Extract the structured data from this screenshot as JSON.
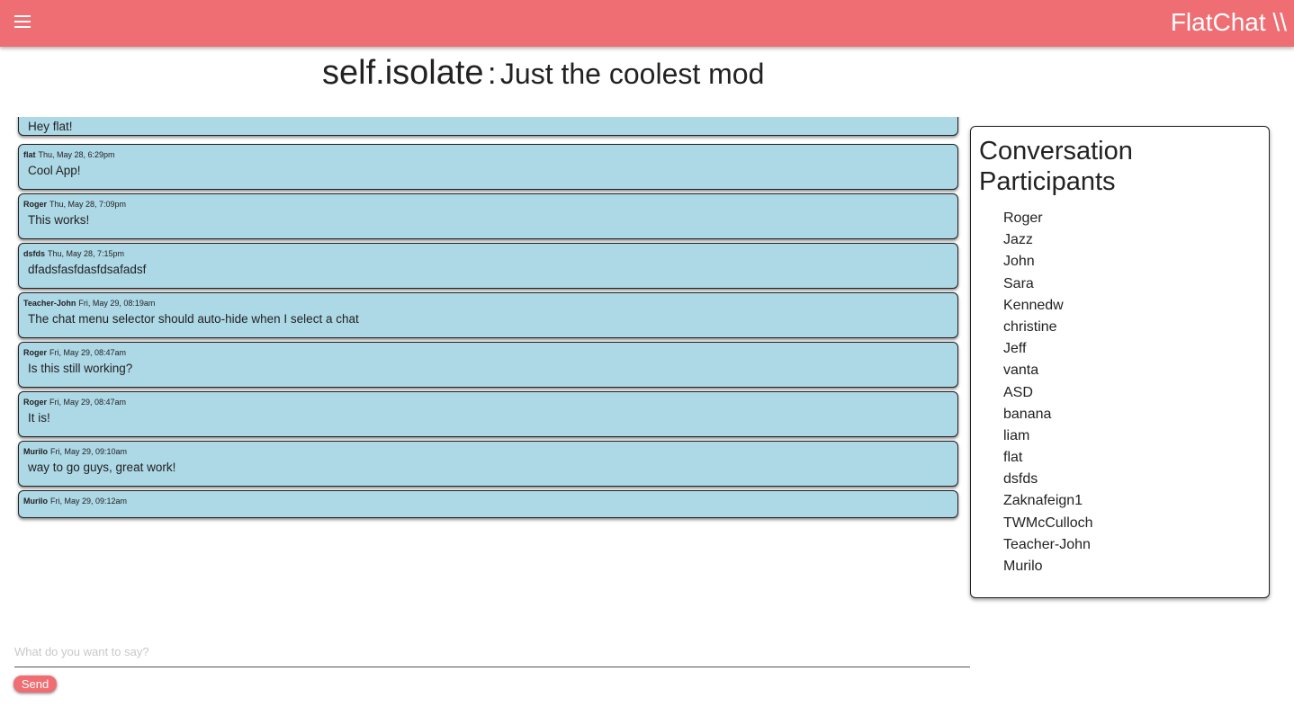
{
  "header": {
    "menu_icon": "hamburger-menu-icon",
    "brand": "FlatChat \\\\",
    "color": "#ef6e73"
  },
  "chat": {
    "name": "self.isolate",
    "separator": ":",
    "description": "Just the coolest mod"
  },
  "messages": [
    {
      "author": "",
      "time": "",
      "text": "Hey flat!"
    },
    {
      "author": "flat",
      "time": "Thu, May 28, 6:29pm",
      "text": "Cool App!"
    },
    {
      "author": "Roger",
      "time": "Thu, May 28, 7:09pm",
      "text": "This works!"
    },
    {
      "author": "dsfds",
      "time": "Thu, May 28, 7:15pm",
      "text": "dfadsfasfdasfdsafadsf"
    },
    {
      "author": "Teacher-John",
      "time": "Fri, May 29, 08:19am",
      "text": "The chat menu selector should auto-hide when I select a chat"
    },
    {
      "author": "Roger",
      "time": "Fri, May 29, 08:47am",
      "text": "Is this still working?"
    },
    {
      "author": "Roger",
      "time": "Fri, May 29, 08:47am",
      "text": "It is!"
    },
    {
      "author": "Murilo",
      "time": "Fri, May 29, 09:10am",
      "text": "way to go guys, great work!"
    },
    {
      "author": "Murilo",
      "time": "Fri, May 29, 09:12am",
      "text": ""
    }
  ],
  "participants": {
    "title": "Conversation Participants",
    "names": [
      "Roger",
      "Jazz",
      "John",
      "Sara",
      "Kennedw",
      "christine",
      "Jeff",
      "vanta",
      "ASD",
      "banana",
      "liam",
      "flat",
      "dsfds",
      "Zaknafeign1",
      "TWMcCulloch",
      "Teacher-John",
      "Murilo"
    ]
  },
  "composer": {
    "placeholder": "What do you want to say?",
    "value": "",
    "send_label": "Send"
  }
}
